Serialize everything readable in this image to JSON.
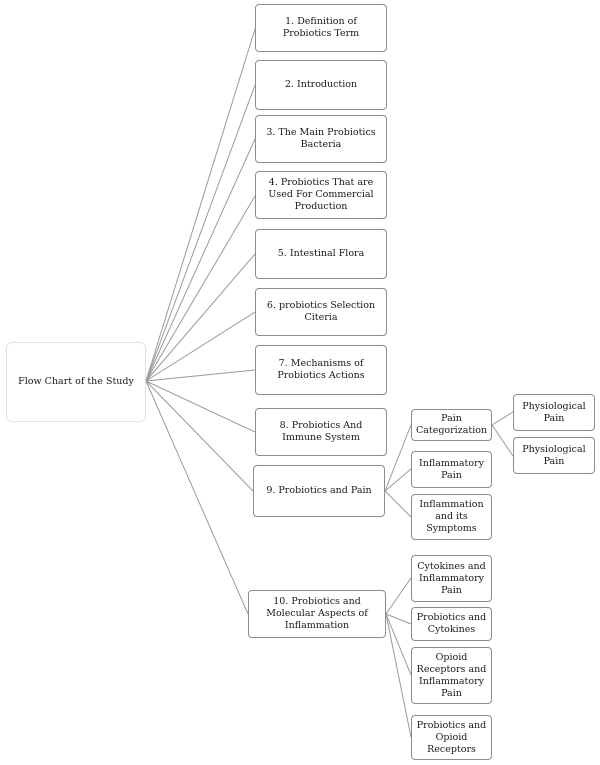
{
  "root": {
    "label": "Flow Chart of the Study"
  },
  "sections": [
    {
      "label": "1. Definition of Probiotics Term"
    },
    {
      "label": "2. Introduction"
    },
    {
      "label": "3. The Main Probiotics Bacteria"
    },
    {
      "label": "4. Probiotics That are Used For Commercial Production"
    },
    {
      "label": "5. Intestinal Flora"
    },
    {
      "label": "6. probiotics Selection Citeria"
    },
    {
      "label": "7. Mechanisms of Probiotics Actions"
    },
    {
      "label": "8. Probiotics And Immune System"
    },
    {
      "label": "9. Probiotics and Pain",
      "children": [
        {
          "label": "Pain Categorization",
          "children": [
            {
              "label": "Physiological Pain"
            },
            {
              "label": "Physiological Pain"
            }
          ]
        },
        {
          "label": "Inflammatory Pain"
        },
        {
          "label": "Inflammation and its Symptoms"
        }
      ]
    },
    {
      "label": "10. Probiotics and Molecular Aspects of Inflammation",
      "children": [
        {
          "label": "Cytokines and Inflammatory Pain"
        },
        {
          "label": "Probiotics and Cytokines"
        },
        {
          "label": "Opioid Receptors and Inflammatory Pain"
        },
        {
          "label": "Probiotics and Opioid Receptors"
        }
      ]
    }
  ],
  "colors": {
    "node_border": "#8c8c8c",
    "root_border": "#e2e2e2",
    "connector": "#9a9a9a",
    "text": "#1a1a1a",
    "background": "#ffffff"
  }
}
